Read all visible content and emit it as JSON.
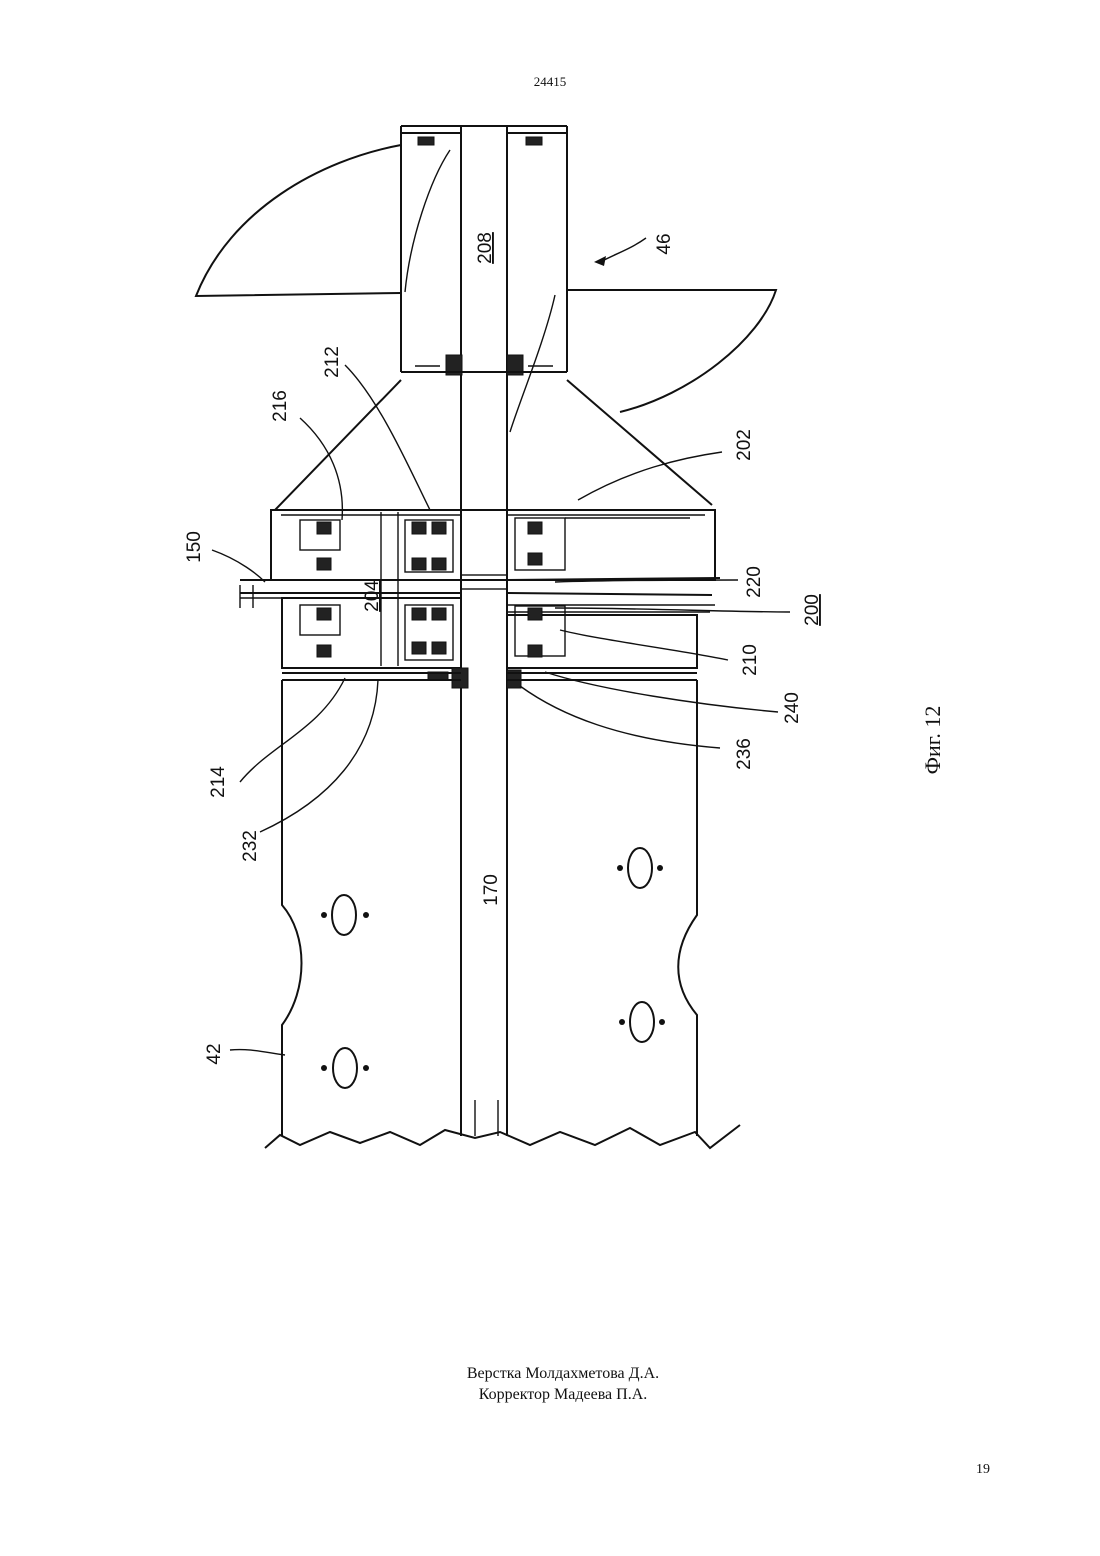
{
  "header": {
    "page_number": "24415"
  },
  "figure": {
    "caption": "Фиг. 12",
    "labels": {
      "l46": "46",
      "l208": "208",
      "l212": "212",
      "l216": "216",
      "l202": "202",
      "l150": "150",
      "l204": "204",
      "l220": "220",
      "l200": "200",
      "l210": "210",
      "l240": "240",
      "l236": "236",
      "l214": "214",
      "l232": "232",
      "l170": "170",
      "l42": "42"
    }
  },
  "footer": {
    "credit_layout": "Верстка Молдахметова Д.А.",
    "credit_corrector": "Корректор Мадеева П.А.",
    "page_number": "19"
  }
}
